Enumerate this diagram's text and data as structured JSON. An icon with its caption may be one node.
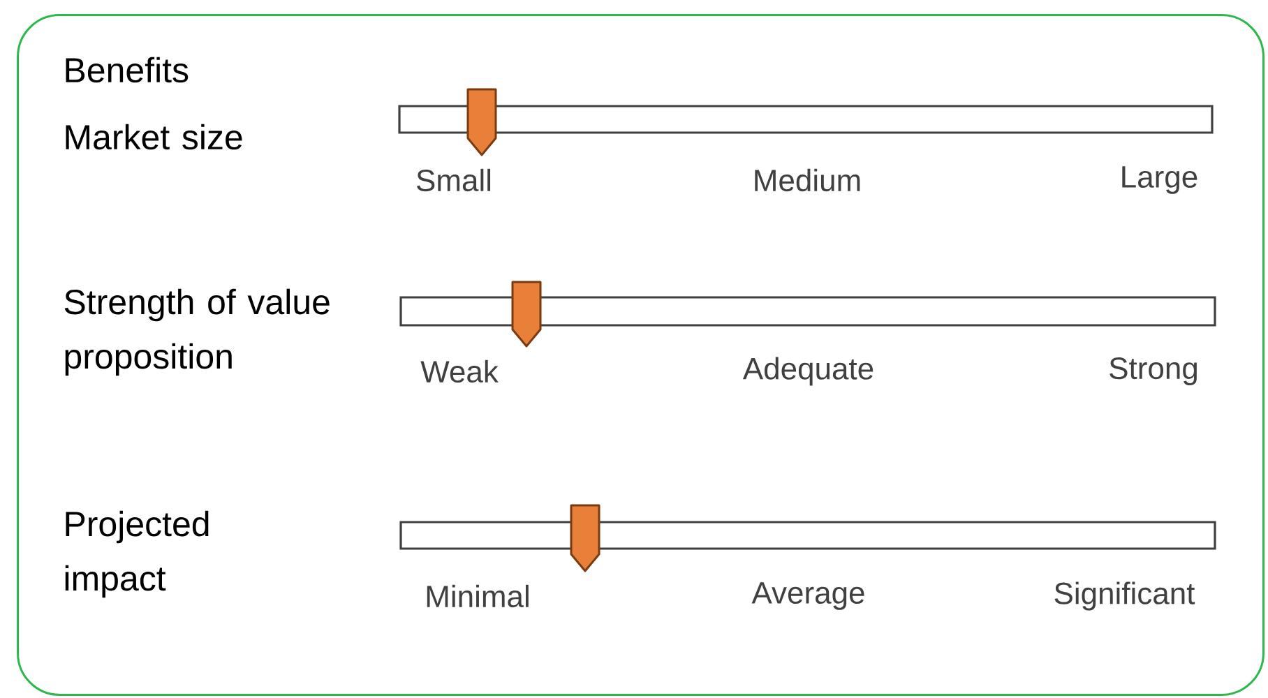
{
  "diagram": {
    "nodes": [
      {
        "text": [
          "Benefits"
        ]
      }
    ],
    "labels": [
      "Market size",
      "Small",
      "Medium",
      "Large",
      "Strength of value proposition",
      "Weak",
      "Adequate",
      "Strong",
      "Projected impact",
      "Minimal",
      "Average",
      "Significant"
    ]
  }
}
